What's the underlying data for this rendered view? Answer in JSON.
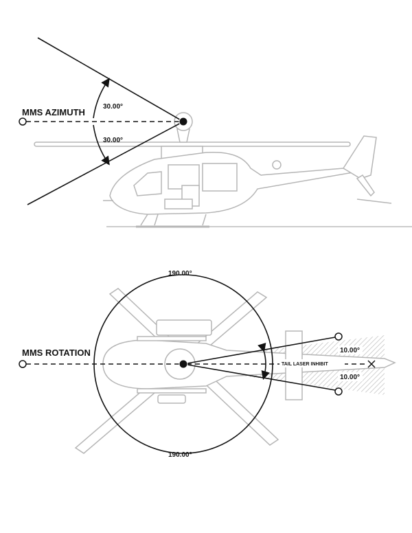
{
  "azimuth": {
    "title": "MMS AZIMUTH",
    "up_angle": "30.00°",
    "down_angle": "30.00°"
  },
  "rotation": {
    "title": "MMS ROTATION",
    "top_angle": "190.00°",
    "bottom_angle": "190.00°",
    "tail_label": "TAIL LASER INHIBIT",
    "tail_up_angle": "10.00°",
    "tail_down_angle": "10.00°"
  },
  "colors": {
    "line": "#111111",
    "drawing": "#b5b5b5",
    "hatch": "#c8c8c8"
  }
}
